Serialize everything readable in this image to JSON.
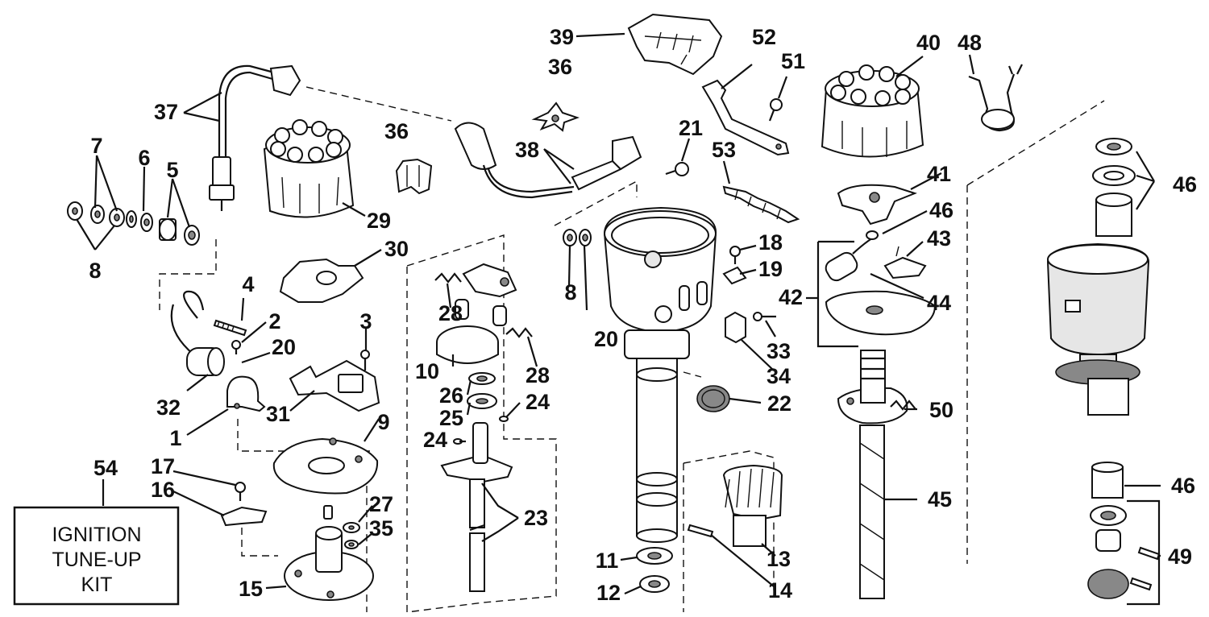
{
  "callouts": [
    {
      "id": "39",
      "text": "39"
    },
    {
      "id": "36a",
      "text": "36"
    },
    {
      "id": "52",
      "text": "52"
    },
    {
      "id": "51",
      "text": "51"
    },
    {
      "id": "40",
      "text": "40"
    },
    {
      "id": "48",
      "text": "48"
    },
    {
      "id": "37",
      "text": "37"
    },
    {
      "id": "36b",
      "text": "36"
    },
    {
      "id": "38",
      "text": "38"
    },
    {
      "id": "21",
      "text": "21"
    },
    {
      "id": "53",
      "text": "53"
    },
    {
      "id": "41",
      "text": "41"
    },
    {
      "id": "46a",
      "text": "46"
    },
    {
      "id": "46b",
      "text": "46"
    },
    {
      "id": "7",
      "text": "7"
    },
    {
      "id": "6",
      "text": "6"
    },
    {
      "id": "5",
      "text": "5"
    },
    {
      "id": "29",
      "text": "29"
    },
    {
      "id": "8a",
      "text": "8"
    },
    {
      "id": "30",
      "text": "30"
    },
    {
      "id": "18",
      "text": "18"
    },
    {
      "id": "43",
      "text": "43"
    },
    {
      "id": "19",
      "text": "19"
    },
    {
      "id": "4",
      "text": "4"
    },
    {
      "id": "28a",
      "text": "28"
    },
    {
      "id": "8b",
      "text": "8"
    },
    {
      "id": "42",
      "text": "42"
    },
    {
      "id": "44",
      "text": "44"
    },
    {
      "id": "2",
      "text": "2"
    },
    {
      "id": "3",
      "text": "3"
    },
    {
      "id": "20a",
      "text": "20"
    },
    {
      "id": "20b",
      "text": "20"
    },
    {
      "id": "33",
      "text": "33"
    },
    {
      "id": "10",
      "text": "10"
    },
    {
      "id": "28b",
      "text": "28"
    },
    {
      "id": "34",
      "text": "34"
    },
    {
      "id": "32",
      "text": "32"
    },
    {
      "id": "26",
      "text": "26"
    },
    {
      "id": "22",
      "text": "22"
    },
    {
      "id": "31",
      "text": "31"
    },
    {
      "id": "25",
      "text": "25"
    },
    {
      "id": "24a",
      "text": "24"
    },
    {
      "id": "50",
      "text": "50"
    },
    {
      "id": "9",
      "text": "9"
    },
    {
      "id": "1",
      "text": "1"
    },
    {
      "id": "24b",
      "text": "24"
    },
    {
      "id": "54",
      "text": "54"
    },
    {
      "id": "17",
      "text": "17"
    },
    {
      "id": "16",
      "text": "16"
    },
    {
      "id": "27",
      "text": "27"
    },
    {
      "id": "23",
      "text": "23"
    },
    {
      "id": "45",
      "text": "45"
    },
    {
      "id": "46c",
      "text": "46"
    },
    {
      "id": "35",
      "text": "35"
    },
    {
      "id": "13",
      "text": "13"
    },
    {
      "id": "49",
      "text": "49"
    },
    {
      "id": "11",
      "text": "11"
    },
    {
      "id": "15",
      "text": "15"
    },
    {
      "id": "14",
      "text": "14"
    },
    {
      "id": "12",
      "text": "12"
    }
  ],
  "kit_box": {
    "lines": [
      "IGNITION",
      "TUNE-UP",
      "KIT"
    ]
  }
}
